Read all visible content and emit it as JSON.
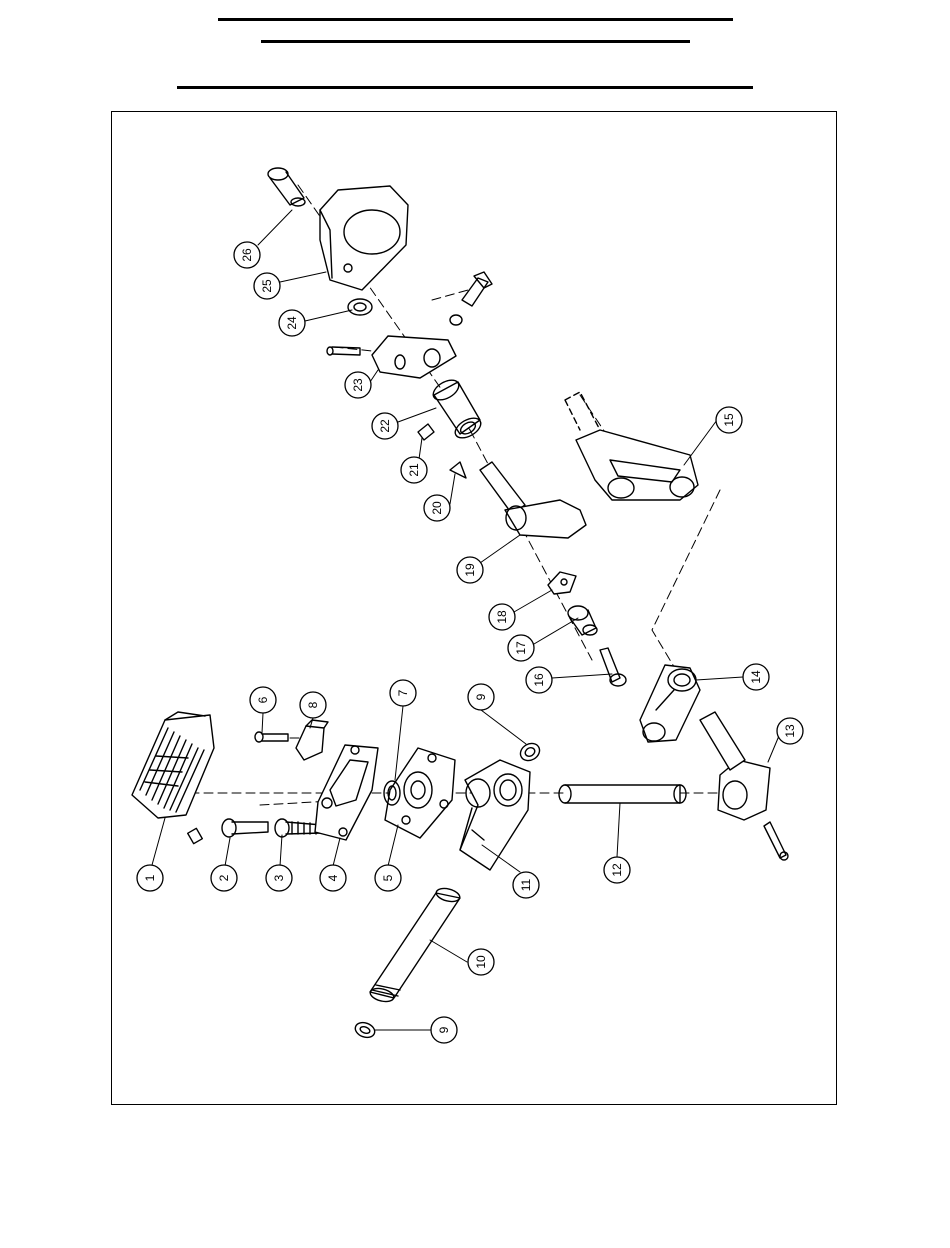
{
  "callouts": [
    {
      "id": "c1",
      "label": "1"
    },
    {
      "id": "c2",
      "label": "2"
    },
    {
      "id": "c3",
      "label": "3"
    },
    {
      "id": "c4",
      "label": "4"
    },
    {
      "id": "c5",
      "label": "5"
    },
    {
      "id": "c6",
      "label": "6"
    },
    {
      "id": "c7",
      "label": "7"
    },
    {
      "id": "c8",
      "label": "8"
    },
    {
      "id": "c9a",
      "label": "9"
    },
    {
      "id": "c9b",
      "label": "9"
    },
    {
      "id": "c10",
      "label": "10"
    },
    {
      "id": "c11",
      "label": "11"
    },
    {
      "id": "c12",
      "label": "12"
    },
    {
      "id": "c13",
      "label": "13"
    },
    {
      "id": "c14",
      "label": "14"
    },
    {
      "id": "c15",
      "label": "15"
    },
    {
      "id": "c16",
      "label": "16"
    },
    {
      "id": "c17",
      "label": "17"
    },
    {
      "id": "c18",
      "label": "18"
    },
    {
      "id": "c19",
      "label": "19"
    },
    {
      "id": "c20",
      "label": "20"
    },
    {
      "id": "c21",
      "label": "21"
    },
    {
      "id": "c22",
      "label": "22"
    },
    {
      "id": "c23",
      "label": "23"
    },
    {
      "id": "c24",
      "label": "24"
    },
    {
      "id": "c25",
      "label": "25"
    },
    {
      "id": "c26",
      "label": "26"
    }
  ]
}
